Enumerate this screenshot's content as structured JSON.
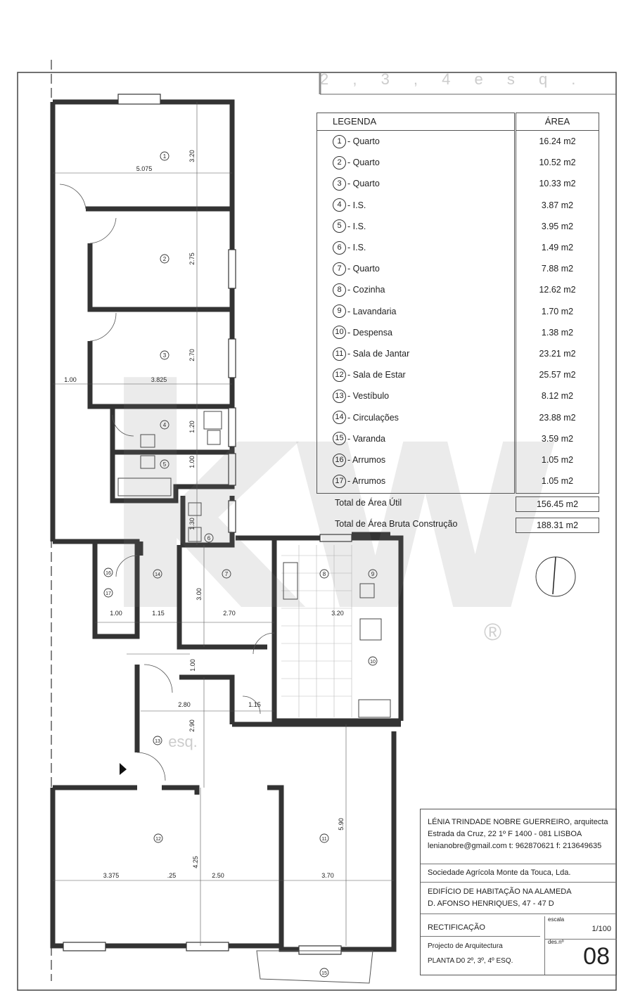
{
  "stamp_text": "2 , 3 , 4   e s q .",
  "legend": {
    "header_label": "LEGENDA",
    "header_area": "ÁREA",
    "items": [
      {
        "n": "1",
        "label": "- Quarto",
        "area": "16.24 m2"
      },
      {
        "n": "2",
        "label": "- Quarto",
        "area": "10.52 m2"
      },
      {
        "n": "3",
        "label": "- Quarto",
        "area": "10.33 m2"
      },
      {
        "n": "4",
        "label": "- I.S.",
        "area": "3.87 m2"
      },
      {
        "n": "5",
        "label": "- I.S.",
        "area": "3.95 m2"
      },
      {
        "n": "6",
        "label": "- I.S.",
        "area": "1.49 m2"
      },
      {
        "n": "7",
        "label": "- Quarto",
        "area": "7.88 m2"
      },
      {
        "n": "8",
        "label": "- Cozinha",
        "area": "12.62 m2"
      },
      {
        "n": "9",
        "label": "- Lavandaria",
        "area": "1.70 m2"
      },
      {
        "n": "10",
        "label": "- Despensa",
        "area": "1.38 m2"
      },
      {
        "n": "11",
        "label": "- Sala de Jantar",
        "area": "23.21 m2"
      },
      {
        "n": "12",
        "label": "- Sala de Estar",
        "area": "25.57 m2"
      },
      {
        "n": "13",
        "label": "- Vestíbulo",
        "area": "8.12 m2"
      },
      {
        "n": "14",
        "label": "- Circulações",
        "area": "23.88 m2"
      },
      {
        "n": "15",
        "label": "- Varanda",
        "area": "3.59 m2"
      },
      {
        "n": "16",
        "label": "- Arrumos",
        "area": "1.05 m2"
      },
      {
        "n": "17",
        "label": "- Arrumos",
        "area": "1.05 m2"
      }
    ],
    "total_util_label": "Total de Área Útil",
    "total_util_value": "156.45 m2",
    "total_bruta_label": "Total de Área Bruta Construção",
    "total_bruta_value": "188.31 m2"
  },
  "plan": {
    "room_numbers": [
      "1",
      "2",
      "3",
      "4",
      "5",
      "6",
      "7",
      "8",
      "9",
      "10",
      "11",
      "12",
      "13",
      "14",
      "15",
      "16",
      "17"
    ],
    "dims": {
      "d5075": "5.075",
      "d320": "3.20",
      "d275": "2.75",
      "d270": "2.70",
      "d100a": "1.00",
      "d3825": "3.825",
      "d120": "1.20",
      "d100b": "1.00",
      "d130": "1.30",
      "d300": "3.00",
      "d100c": "1.00",
      "d115a": "1.15",
      "d270b": "2.70",
      "d320b": "3.20",
      "d100d": "1.00",
      "d280": "2.80",
      "d115b": "1.15",
      "d290": "2.90",
      "d590": "5.90",
      "d3375": "3.375",
      "d25": ".25",
      "d250": "2.50",
      "d370": "3.70",
      "d425": "4.25"
    },
    "esq_label": "esq."
  },
  "watermark": {
    "text": "kw",
    "reg_mark": "®"
  },
  "title_block": {
    "architect": "LÉNIA TRINDADE NOBRE GUERREIRO, arquitecta",
    "address_line": "Estrada da Cruz, 22 1º F          1400 - 081  LISBOA",
    "contact_line": "lenianobre@gmail.com   t: 962870621  f: 213649635",
    "client": "Sociedade Agrícola Monte da Touca, Lda.",
    "building_1": "EDIFÍCIO DE HABITAÇÃO NA ALAMEDA",
    "building_2": "D. AFONSO HENRIQUES, 47 - 47 D",
    "status": "RECTIFICAÇÃO",
    "escala_label": "escala",
    "escala_value": "1/100",
    "project_type": "Projecto de Arquitectura",
    "des_label": "des.nº",
    "drawing_title": "PLANTA D0 2º, 3º, 4º ESQ.",
    "drawing_number": "08"
  }
}
